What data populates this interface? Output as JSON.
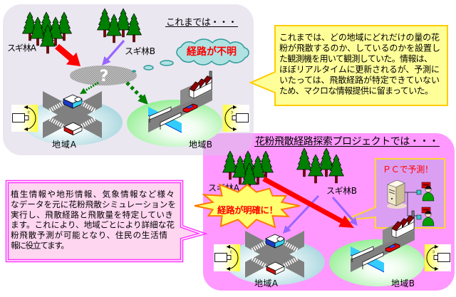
{
  "before_panel": {
    "title": "これまでは・・・",
    "forest_a_label": "スギ林A",
    "forest_b_label": "スギ林B",
    "unknown_route_mark": "?",
    "thought_bubble_text": "経路が不明",
    "region_a_label": "地域A",
    "region_b_label": "地域B",
    "callout_lines": [
      "これまでは、どの地域にどれだけの量の花",
      "粉が飛散するのか、しているのかを設置し",
      "た観測機を用いて観測していた。情報は、",
      "ほぼリアルタイムに更新されるが、予測に",
      "いたっては、飛散経路が特定できていない",
      "ため、マクロな情報提供に留まっていた。"
    ]
  },
  "project_panel": {
    "title": "花粉飛散経路探索プロジェクトでは・・・",
    "forest_a_label": "スギ林A",
    "forest_b_label": "スギ林B",
    "burst_text": "経路が明確に！",
    "pc_box_title": "ＰＣで予測！",
    "region_a_label": "地域A",
    "region_b_label": "地域B",
    "callout_lines": [
      "植生情報や地形情報、気象情報など様々",
      "なデータを元に花粉飛散シミュレーションを",
      "実行し、飛散経路と飛散量を特定していき",
      "ます。これにより、地域ごとにより詳細な花",
      "粉飛散予測が可能となり、住民の生活情",
      "報に役立てます。"
    ]
  },
  "icons": {
    "forest": "cedar-tree-icon",
    "observation_device": "observation-camera-icon",
    "region_a": "crossroads-icon",
    "region_b": "riverside-factory-icon",
    "prediction_server": "server-icon",
    "user": "user-terminal-icon",
    "vehicle": "car-icon"
  },
  "colors": {
    "before_panel_bg": "#D0CAE0",
    "project_panel_bg": "#FF99FF",
    "before_callout_fill": "#FFFF99",
    "before_callout_border": "#FFCC00",
    "project_callout_fill": "#FFD6F0",
    "project_callout_border": "#FF33FF",
    "route_red": "#FF0000",
    "route_purple": "#9966FF",
    "dispersion_green": "#008000",
    "alert_red": "#FF0000",
    "thought_bubble_fill": "#B0E2E2",
    "thought_bubble_border": "#2F9A9A",
    "burst_fill": "#FFFF70",
    "burst_border": "#FF7A00",
    "pc_box_fill": "#DA9FF2",
    "pc_box_border": "#FFD633",
    "region_a_edge": "#A8D6DE",
    "region_b_edge": "#99F099",
    "camera_yellow": "#FFFF33",
    "tree_green": "#008000",
    "tree_trunk": "#800000"
  }
}
